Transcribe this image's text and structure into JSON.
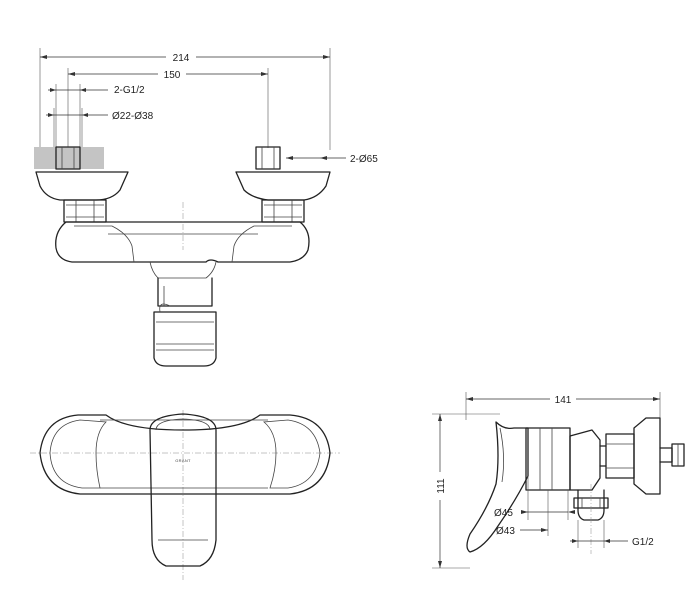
{
  "front_view": {
    "dim_overall_width": "214",
    "dim_center_distance": "150",
    "dim_thread": "2-G1/2",
    "dim_offset_range": "Ø22-Ø38",
    "dim_flange_dia": "2-Ø65"
  },
  "top_view": {
    "brand_mark": "GRANT"
  },
  "side_view": {
    "dim_depth": "141",
    "dim_height": "111",
    "dim_body_dia": "Ø45",
    "dim_cartridge_dia": "Ø43",
    "dim_outlet_thread": "G1/2"
  }
}
